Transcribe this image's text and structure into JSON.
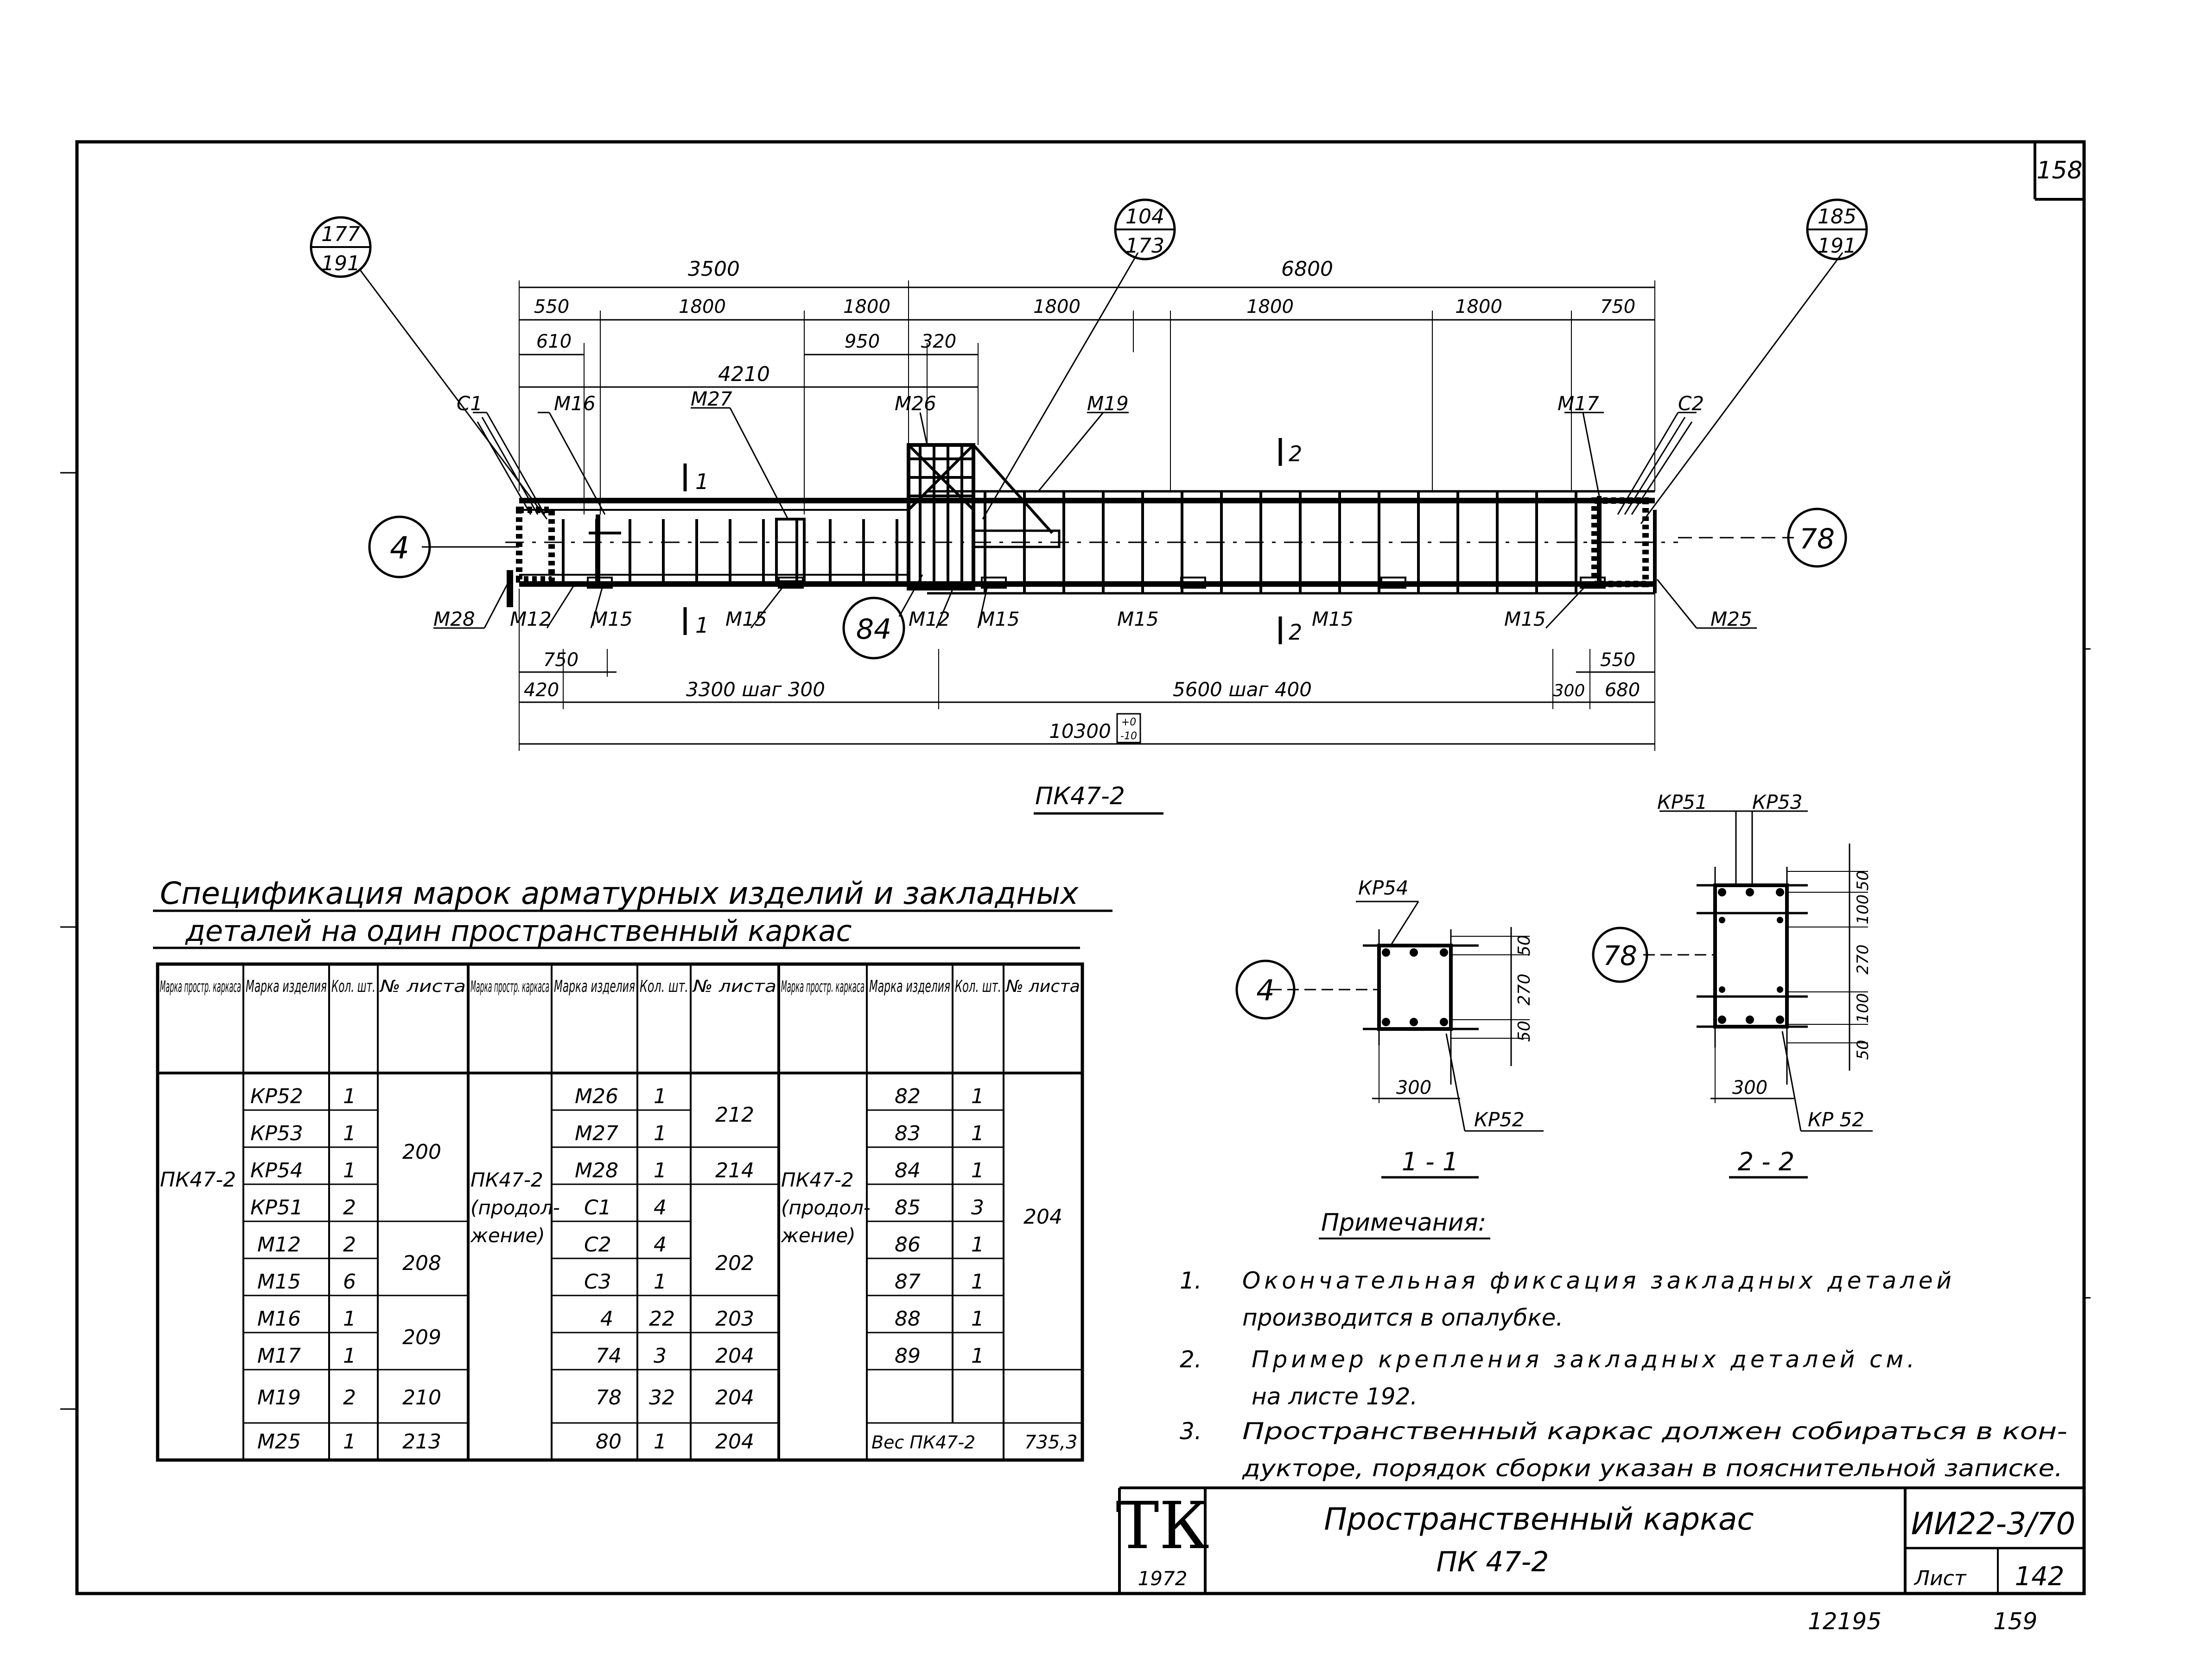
{
  "sheet_number_top": "158",
  "main_view": {
    "title": "ПК47-2",
    "callouts": {
      "left": {
        "num": "177",
        "sheet": "191"
      },
      "middle": {
        "num": "104",
        "sheet": "173"
      },
      "right": {
        "num": "185",
        "sheet": "191"
      }
    },
    "circle_left": "4",
    "circle_right": "78",
    "circle_bottom": "84",
    "top_dims": {
      "d3500": "3500",
      "d6800": "6800",
      "d550": "550",
      "d1800a": "1800",
      "d1800b": "1800",
      "d1800c": "1800",
      "d1800d": "1800",
      "d1800e": "1800",
      "d750": "750",
      "d610": "610",
      "d950": "950",
      "d320": "320",
      "d4210": "4210"
    },
    "bottom_dims": {
      "d750": "750",
      "d550": "550",
      "d420": "420",
      "d3300": "3300 шаг 300",
      "d5600": "5600 шаг 400",
      "d300": "300",
      "d680": "680",
      "d10300": "10300",
      "tol_top": "+0",
      "tol_bot": "-10"
    },
    "section_marks": {
      "s1_top": "1",
      "s1_bot": "1",
      "s2_top": "2",
      "s2_bot": "2"
    },
    "labels": {
      "c1": "С1",
      "m16": "М16",
      "m27": "М27",
      "m26": "М26",
      "m19": "М19",
      "m17": "М17",
      "c2": "С2",
      "m28": "М28",
      "m12a": "М12",
      "m15a": "М15",
      "m15b": "М15",
      "m12b": "М12",
      "m15c": "М15",
      "m15d": "М15",
      "m15e": "М15",
      "m15f": "М15",
      "m25": "М25"
    }
  },
  "spec": {
    "title_line1": "Спецификация марок арматурных изделий и закладных",
    "title_line2": "деталей на один пространственный каркас",
    "headers": {
      "frame": "Марка простр. каркаса",
      "item": "Марка изделия",
      "qty": "Кол. шт.",
      "sheet": "№ листа"
    },
    "group1": {
      "frame": "ПК47-2",
      "rows": [
        {
          "item": "КР52",
          "qty": "1"
        },
        {
          "item": "КР53",
          "qty": "1"
        },
        {
          "item": "КР54",
          "qty": "1"
        },
        {
          "item": "КР51",
          "qty": "2"
        },
        {
          "item": "М12",
          "qty": "2"
        },
        {
          "item": "М15",
          "qty": "6"
        },
        {
          "item": "М16",
          "qty": "1"
        },
        {
          "item": "М17",
          "qty": "1"
        },
        {
          "item": "М19",
          "qty": "2"
        },
        {
          "item": "М25",
          "qty": "1"
        }
      ],
      "sheets": {
        "s200": "200",
        "s208": "208",
        "s209": "209",
        "s210": "210",
        "s213": "213"
      }
    },
    "group2": {
      "frame_l1": "ПК47-2",
      "frame_l2": "(продол-",
      "frame_l3": "жение)",
      "rows": [
        {
          "item": "М26",
          "qty": "1"
        },
        {
          "item": "М27",
          "qty": "1"
        },
        {
          "item": "М28",
          "qty": "1"
        },
        {
          "item": "С1",
          "qty": "4"
        },
        {
          "item": "С2",
          "qty": "4"
        },
        {
          "item": "С3",
          "qty": "1"
        },
        {
          "item": "4",
          "qty": "22"
        },
        {
          "item": "74",
          "qty": "3"
        },
        {
          "item": "78",
          "qty": "32"
        },
        {
          "item": "80",
          "qty": "1"
        }
      ],
      "sheets": {
        "s212": "212",
        "s214": "214",
        "s202": "202",
        "s203": "203",
        "s204a": "204",
        "s204b": "204",
        "s204c": "204"
      }
    },
    "group3": {
      "frame_l1": "ПК47-2",
      "frame_l2": "(продол-",
      "frame_l3": "жение)",
      "rows": [
        {
          "item": "82",
          "qty": "1"
        },
        {
          "item": "83",
          "qty": "1"
        },
        {
          "item": "84",
          "qty": "1"
        },
        {
          "item": "85",
          "qty": "3"
        },
        {
          "item": "86",
          "qty": "1"
        },
        {
          "item": "87",
          "qty": "1"
        },
        {
          "item": "88",
          "qty": "1"
        },
        {
          "item": "89",
          "qty": "1"
        }
      ],
      "sheet": "204",
      "weight_label": "Вес ПК47-2",
      "weight_value": "735,3"
    }
  },
  "section11": {
    "title": "1 - 1",
    "kr54": "КР54",
    "kr52": "КР52",
    "circle": "4",
    "d50a": "50",
    "d270": "270",
    "d50b": "50",
    "d300": "300"
  },
  "section22": {
    "title": "2 - 2",
    "kr51": "КР51",
    "kr53": "КР53",
    "kr52": "КР 52",
    "circle": "78",
    "d50a": "50",
    "d100a": "100",
    "d270": "270",
    "d100b": "100",
    "d50b": "50",
    "d300": "300"
  },
  "notes": {
    "title": "Примечания:",
    "n1_num": "1.",
    "n1_l1": "Окончательная фиксация закладных деталей",
    "n1_l2": "производится в опалубке.",
    "n2_num": "2.",
    "n2_l1": "Пример крепления закладных деталей см.",
    "n2_l2": "на листе 192.",
    "n3_num": "3.",
    "n3_l1": "Пространственный каркас должен собираться в кон-",
    "n3_l2": "дукторе, порядок сборки указан в пояснительной записке."
  },
  "stamp": {
    "logo": "ТК",
    "year": "1972",
    "title_l1": "Пространственный каркас",
    "title_l2": "ПК 47-2",
    "code": "ИИ22-3/70",
    "sheet_label": "Лист",
    "sheet_num": "142"
  },
  "footer": {
    "left": "12195",
    "right": "159"
  }
}
